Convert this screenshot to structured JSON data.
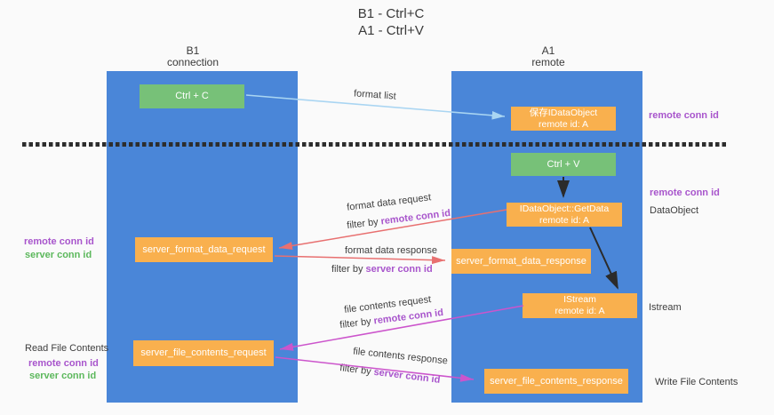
{
  "title": {
    "line1": "B1 - Ctrl+C",
    "line2": "A1 - Ctrl+V"
  },
  "lifelines": {
    "left": {
      "name": "B1",
      "role": "connection"
    },
    "right": {
      "name": "A1",
      "role": "remote"
    }
  },
  "nodes": {
    "ctrl_c": {
      "label": "Ctrl + C"
    },
    "ctrl_v": {
      "label": "Ctrl + V"
    },
    "store_idataobject": {
      "line1": "保存IDataObject",
      "line2": "remote id: A"
    },
    "getdata": {
      "line1": "IDataObject::GetData",
      "line2": "remote id: A"
    },
    "istream": {
      "line1": "IStream",
      "line2": "remote id: A"
    },
    "format_request": {
      "label": "server_format_data_request"
    },
    "format_response": {
      "label": "server_format_data_response"
    },
    "file_request": {
      "label": "server_file_contents_request"
    },
    "file_response": {
      "label": "server_file_contents_response"
    }
  },
  "side_labels": {
    "remote_conn_id_top": "remote conn id",
    "remote_conn_id_dataobject": "remote conn id",
    "dataobject": "DataObject",
    "istream": "Istream",
    "write_file_contents": "Write File Contents",
    "read_file_contents": "Read File Contents",
    "left_request_remote": "remote conn id",
    "left_request_server": "server conn id",
    "left_file_remote": "remote conn id",
    "left_file_server": "server conn id"
  },
  "arrow_labels": {
    "format_list": "format list",
    "format_data_request": "format data request",
    "format_data_request_filter": "filter by",
    "format_data_request_key": "remote conn id",
    "format_data_response": "format data response",
    "format_data_response_filter": "filter by",
    "format_data_response_key": "server conn id",
    "file_contents_request": "file contents request",
    "file_contents_request_filter": "filter by",
    "file_contents_request_key": "remote conn id",
    "file_contents_response": "file contents response",
    "file_contents_response_filter": "filter by",
    "file_contents_response_key": "server conn id"
  },
  "colors": {
    "background": "#fafafa",
    "lifeline_blue": "#4a86d8",
    "node_orange": "#f9b04e",
    "node_green": "#77c178",
    "arrow_lightblue": "#a9d5f2",
    "arrow_red": "#e87070",
    "arrow_magenta": "#cc55cc",
    "arrow_black": "#2b2b2b",
    "text_purple": "#a855cc",
    "text_green": "#5cb85c"
  }
}
